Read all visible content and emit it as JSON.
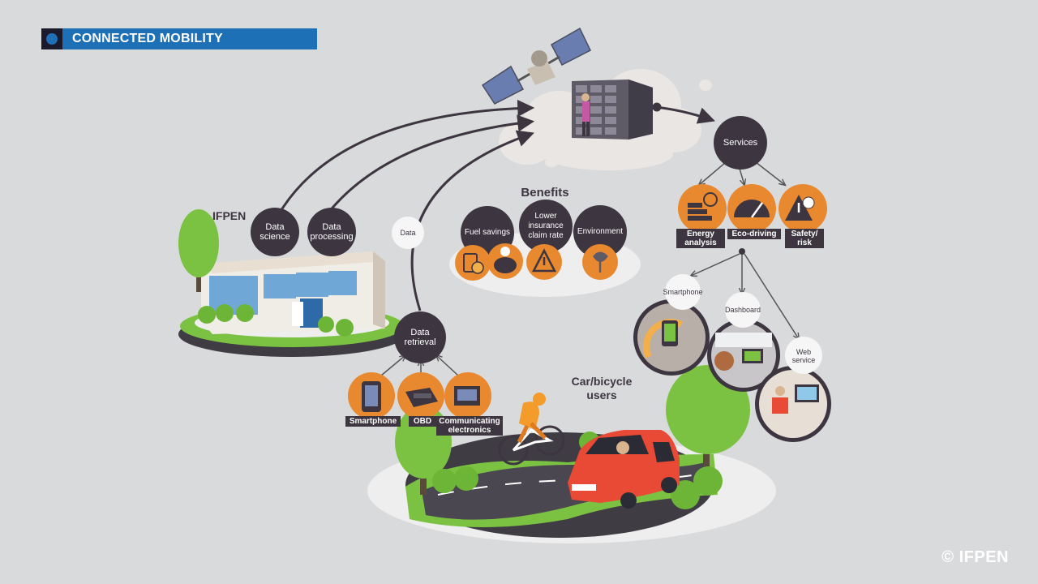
{
  "header": {
    "title": "CONNECTED MOBILITY"
  },
  "nodes": {
    "ifpen": "IFPEN",
    "data_science": "Data science",
    "data_processing": "Data processing",
    "data": "Data",
    "data_retrieval": "Data retrieval",
    "services": "Services"
  },
  "benefits": {
    "heading": "Benefits",
    "items": [
      "Fuel savings",
      "Lower insurance claim rate",
      "Environment"
    ]
  },
  "service_items": [
    "Energy analysis",
    "Eco-driving",
    "Safety/ risk"
  ],
  "channels": [
    "Smartphone",
    "Dashboard",
    "Web service"
  ],
  "sources": [
    "Smartphone",
    "OBD",
    "Communicating electronics"
  ],
  "users_label": "Car/bicycle users",
  "copyright": "© IFPEN",
  "colors": {
    "accent_blue": "#1d6fb6",
    "dark_node": "#3d3540",
    "orange": "#e8892f",
    "green": "#7cc242",
    "background": "#d9dadc"
  },
  "icons": [
    "satellite-icon",
    "server-icon",
    "cloud-icon",
    "building-icon",
    "tree-icon",
    "car-icon",
    "bicycle-icon",
    "smartphone-icon",
    "obd-icon",
    "electronics-icon",
    "fuel-icon",
    "piggy-bank-icon",
    "warning-icon",
    "leaf-icon",
    "energy-bars-icon",
    "gauge-icon",
    "risk-warning-icon"
  ]
}
